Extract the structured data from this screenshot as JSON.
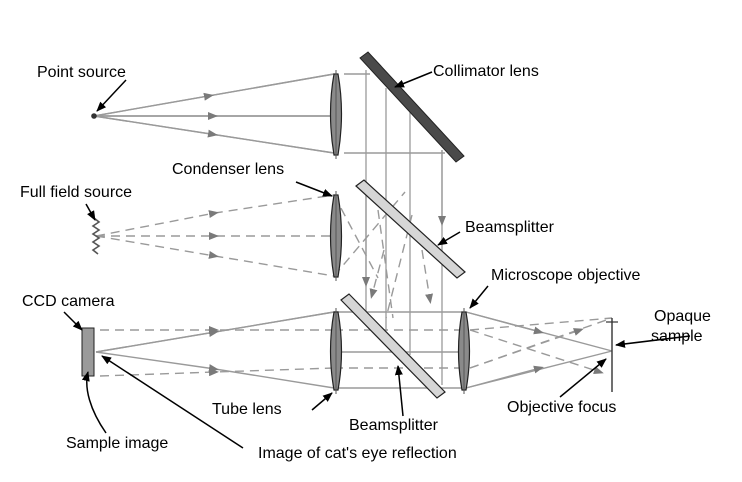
{
  "labels": {
    "point_source": "Point source",
    "collimator_lens": "Collimator lens",
    "condenser_lens": "Condenser lens",
    "full_field_source": "Full field source",
    "beamsplitter_upper": "Beamsplitter",
    "microscope_objective": "Microscope objective",
    "ccd_camera": "CCD camera",
    "opaque_sample_line1": "Opaque",
    "opaque_sample_line2": "sample",
    "tube_lens": "Tube lens",
    "beamsplitter_lower": "Beamsplitter",
    "objective_focus": "Objective focus",
    "sample_image": "Sample image",
    "cats_eye_image": "Image of cat's eye reflection"
  },
  "colors": {
    "dark_mirror": "#4a4a4a",
    "lens_fill": "#8a8a8a",
    "splitter_fill": "#d6d6d6",
    "ray_solid": "#9a9a9a",
    "ray_dashed": "#9a9a9a",
    "outline": "#222222"
  }
}
